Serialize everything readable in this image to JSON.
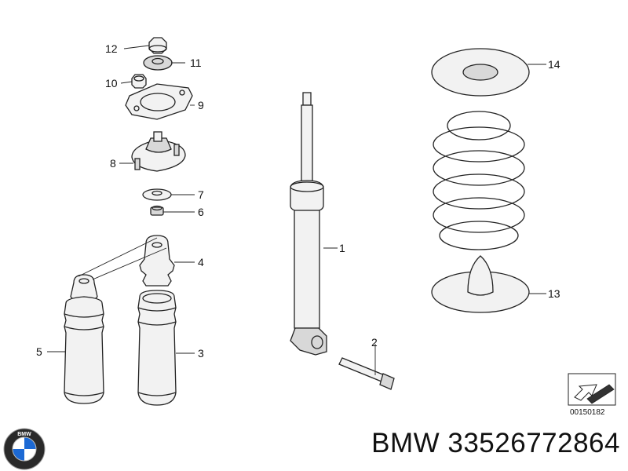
{
  "callouts": {
    "c1": "1",
    "c2": "2",
    "c3": "3",
    "c4": "4",
    "c5": "5",
    "c6": "6",
    "c7": "7",
    "c8": "8",
    "c9": "9",
    "c10": "10",
    "c11": "11",
    "c12": "12",
    "c13": "13",
    "c14": "14"
  },
  "reference_code": "00150182",
  "caption": "BMW 33526772864",
  "logo_icon": "bmw-roundel-icon",
  "logo_letters": "BMW",
  "colors": {
    "logo_blue": "#1c69d4",
    "line": "#222222"
  }
}
